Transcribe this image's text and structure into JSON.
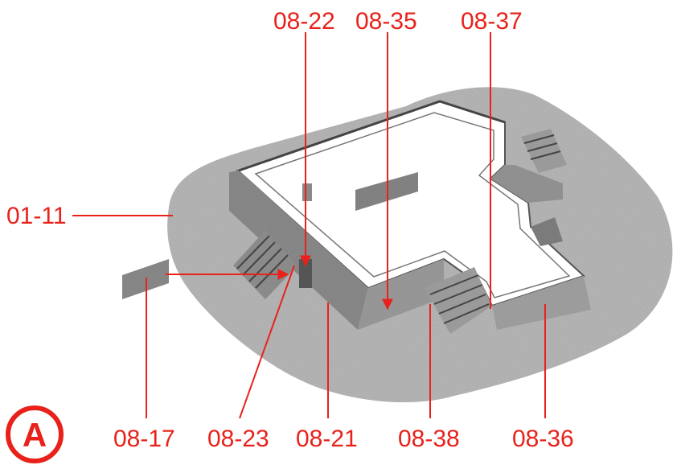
{
  "colors": {
    "accent": "#e8221b",
    "terrain": "#bdbdbd",
    "stone": "#8f8f8f",
    "plaza": "#ffffff"
  },
  "figure_letter": "A",
  "labels": {
    "c0822": "08-22",
    "c0835": "08-35",
    "c0837": "08-37",
    "c0111": "01-11",
    "c0817": "08-17",
    "c0823": "08-23",
    "c0821": "08-21",
    "c0838": "08-38",
    "c0836": "08-36"
  }
}
